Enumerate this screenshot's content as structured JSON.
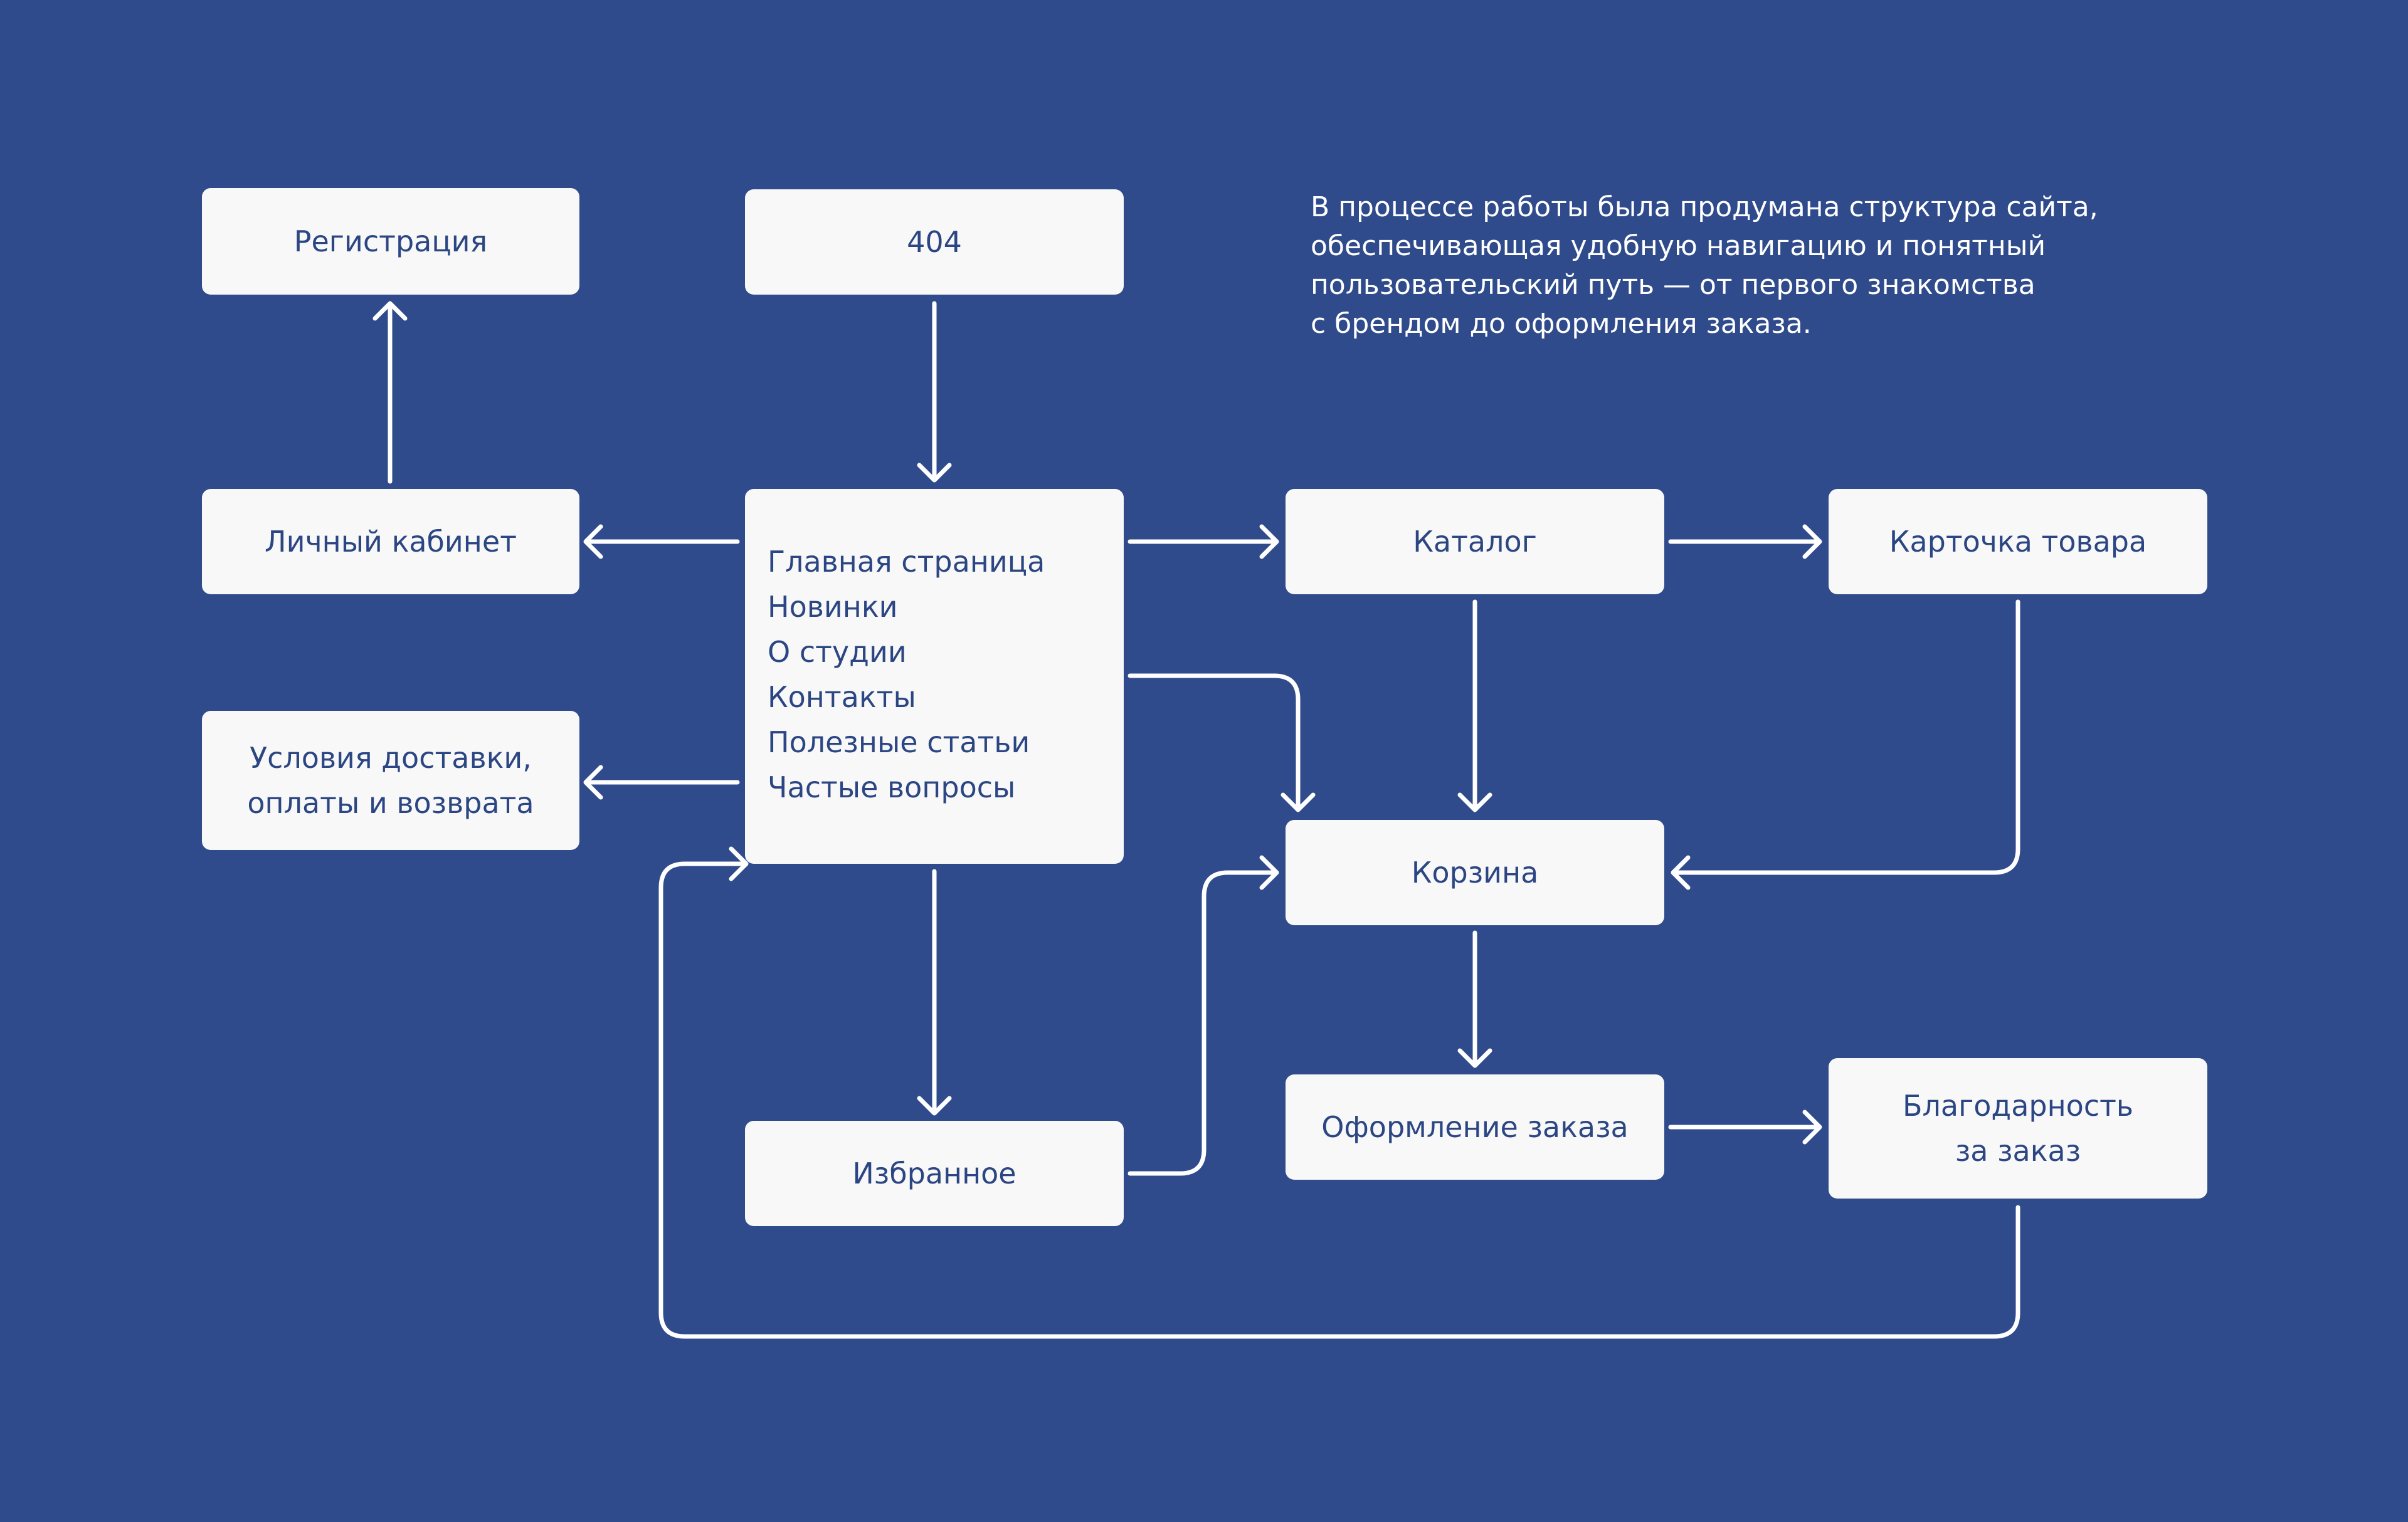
{
  "description": {
    "lines": [
      "В процессе работы была продумана структура сайта,",
      "обеспечивающая удобную навигацию и понятный",
      "пользовательский путь — от первого знакомства",
      "с брендом до оформления заказа."
    ]
  },
  "nodes": {
    "registration": {
      "label": "Регистрация"
    },
    "not_found": {
      "label": "404"
    },
    "account": {
      "label": "Личный кабинет"
    },
    "main": {
      "items": [
        "Главная страница",
        "Новинки",
        "О студии",
        "Контакты",
        "Полезные статьи",
        "Частые вопросы"
      ]
    },
    "catalog": {
      "label": "Каталог"
    },
    "product_card": {
      "label": "Карточка товара"
    },
    "delivery": {
      "lines": [
        "Условия доставки,",
        "оплаты и возврата"
      ]
    },
    "cart": {
      "label": "Корзина"
    },
    "favorites": {
      "label": "Избранное"
    },
    "checkout": {
      "label": "Оформление заказа"
    },
    "thanks": {
      "lines": [
        "Благодарность",
        "за заказ"
      ]
    }
  },
  "colors": {
    "background": "#2f4b8c",
    "node_fill": "#f8f8f8",
    "node_text": "#2b4683",
    "connector": "#ffffff"
  }
}
